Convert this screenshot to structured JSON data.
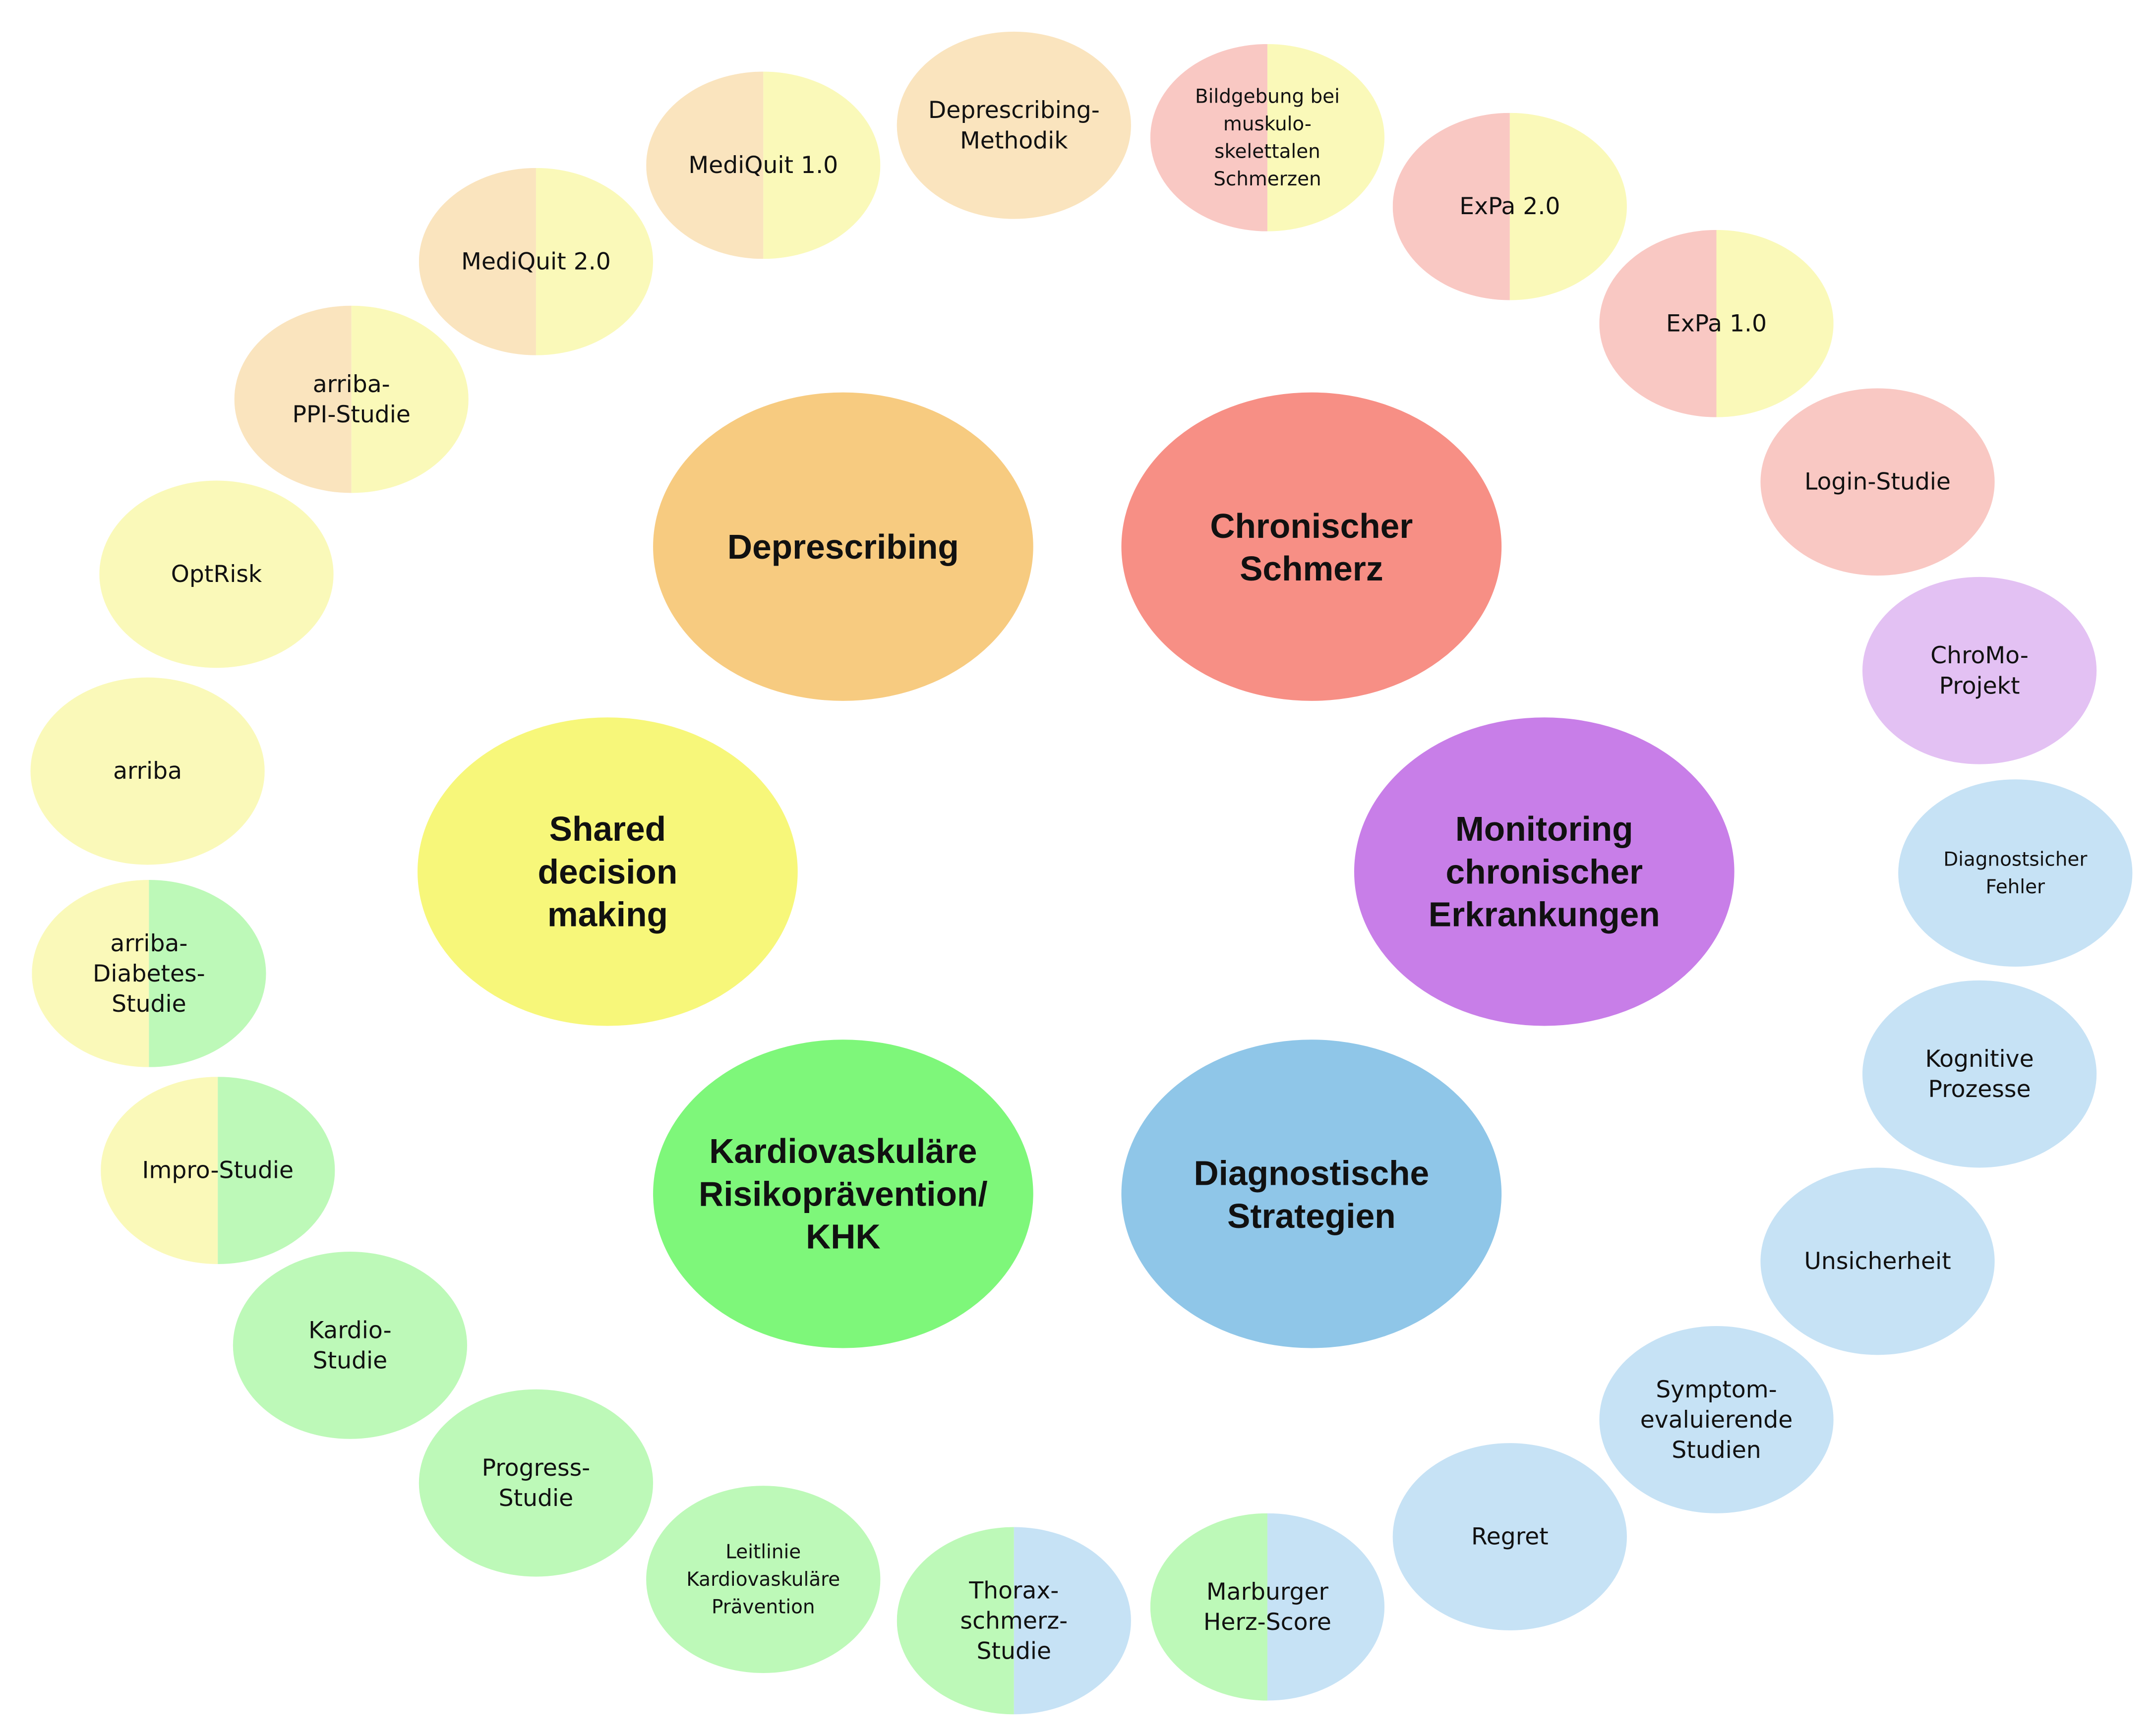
{
  "colors": {
    "deprescribing": "#F7CB80",
    "chronic_pain": "#F78F85",
    "sdm": "#F7F77A",
    "monitoring": "#C87EE8",
    "cardio": "#7EF77A",
    "diagnostic": "#8FC6E8",
    "deprescribing_light": "#FAE4BE",
    "chronic_pain_light": "#F9C8C3",
    "sdm_light": "#FAF9B9",
    "monitoring_light": "#E3C1F3",
    "cardio_light": "#BDF9B8",
    "diagnostic_light": "#C6E2F5"
  },
  "categories": {
    "deprescribing": "Deprescribing",
    "chronic_pain": "Chronischer Schmerz",
    "sdm": "Shared decision making",
    "monitoring": "Monitoring chronischer Erkrankungen",
    "cardio": "Kardiovaskuläre Risikoprävention/ KHK",
    "diagnostic": "Diagnostische Strategien"
  },
  "projects": {
    "deprescribing_methodik": "Deprescribing-Methodik",
    "bildgebung": "Bildgebung bei muskulo-skelettalen Schmerzen",
    "mediquit1": "MediQuit 1.0",
    "expa2": "ExPa 2.0",
    "mediquit2": "MediQuit 2.0",
    "expa1": "ExPa 1.0",
    "arriba_ppi": "arriba-PPI-Studie",
    "login": "Login-Studie",
    "optrisk": "OptRisk",
    "chromo": "ChroMo-Projekt",
    "arriba": "arriba",
    "diag_fehler": "Diagnostsicher Fehler",
    "arriba_diabetes": "arriba-Diabetes-Studie",
    "kognitive": "Kognitive Prozesse",
    "impro": "Impro-Studie",
    "unsicherheit": "Unsicherheit",
    "kardio": "Kardio-Studie",
    "symptom": "Symptom-evaluierende Studien",
    "progress": "Progress-Studie",
    "regret": "Regret",
    "leitlinie": "Leitlinie Kardiovaskuläre Prävention",
    "thorax": "Thorax-schmerz-Studie",
    "marburger": "Marburger Herz-Score"
  }
}
